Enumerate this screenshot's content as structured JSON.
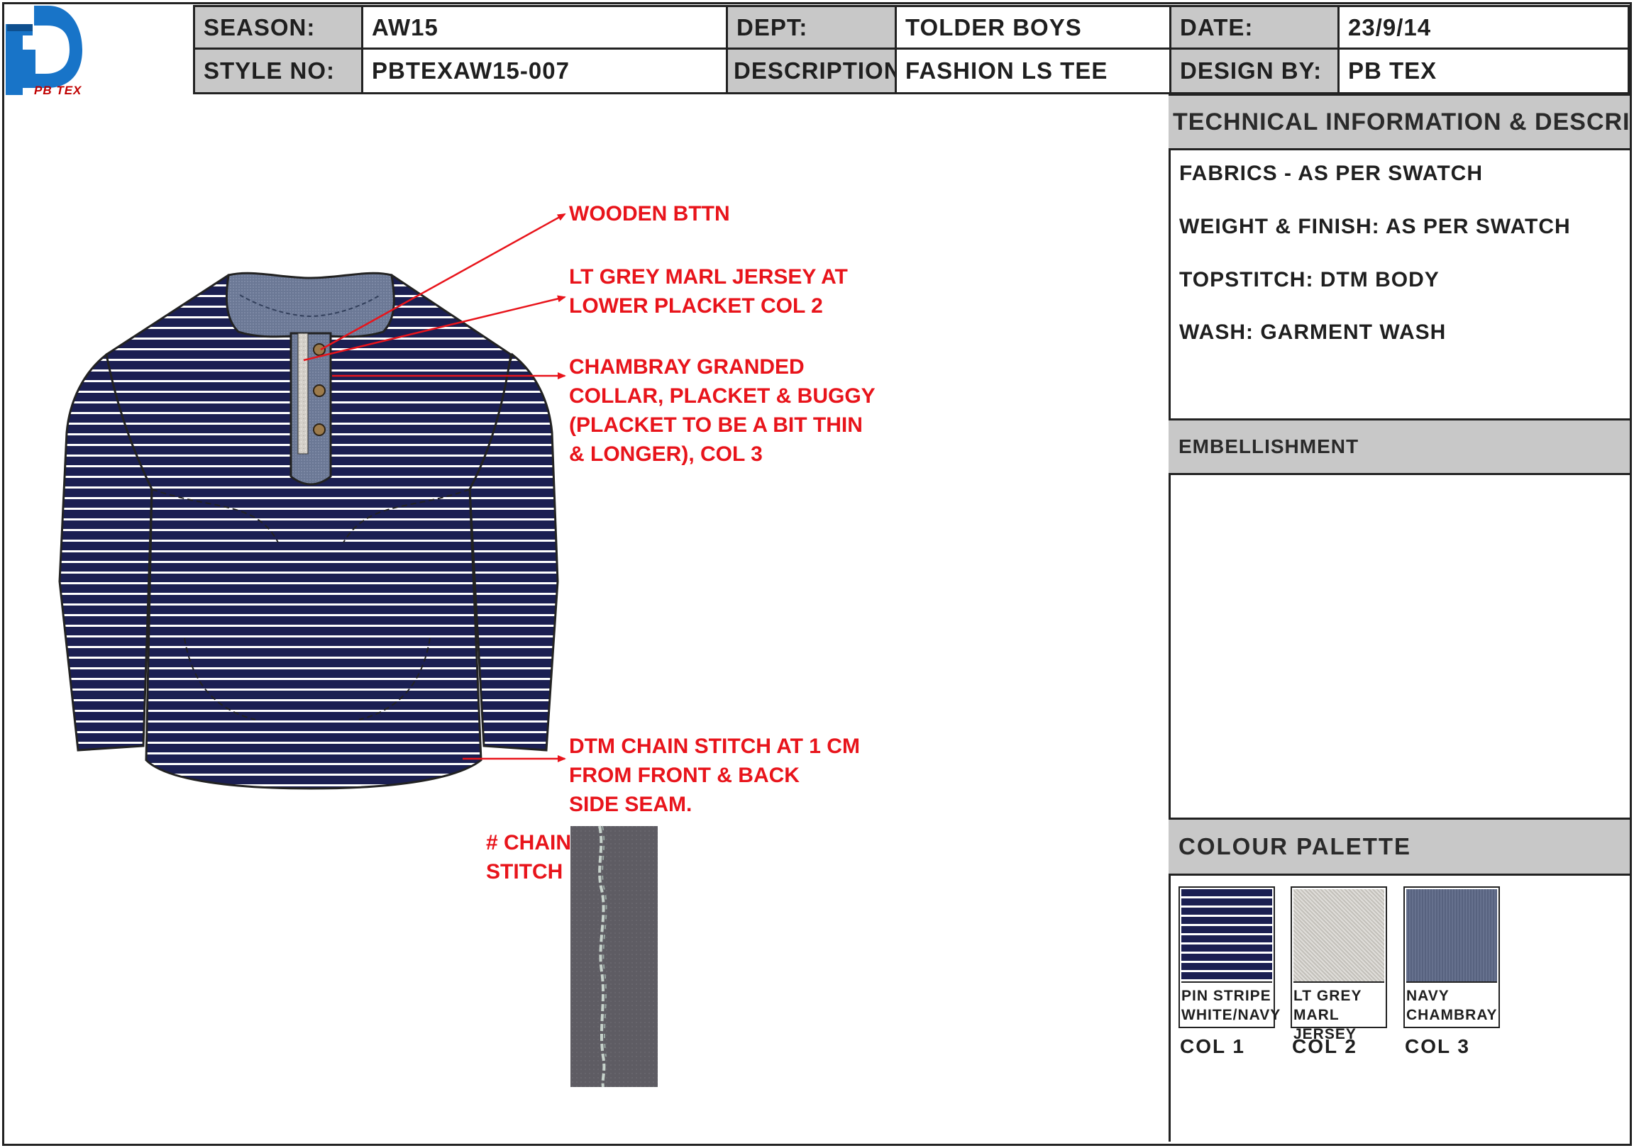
{
  "brand": {
    "name": "PB TEX",
    "colors": {
      "logo_blue": "#1874c8",
      "logo_red": "#c00000"
    }
  },
  "header": {
    "season_label": "SEASON:",
    "season_value": "AW15",
    "dept_label": "DEPT:",
    "dept_value": "TOLDER BOYS",
    "date_label": "DATE:",
    "date_value": "23/9/14",
    "style_label": "STYLE NO:",
    "style_value": "PBTEXAW15-007",
    "description_label": "DESCRIPTION:",
    "description_value": "FASHION LS TEE",
    "design_label": "DESIGN BY:",
    "design_value": "PB TEX"
  },
  "tech_info": {
    "title": "TECHNICAL INFORMATION & DESCRIPTION",
    "lines": [
      "FABRICS - AS PER SWATCH",
      "WEIGHT & FINISH: AS PER SWATCH",
      "TOPSTITCH: DTM BODY",
      "WASH: GARMENT WASH"
    ]
  },
  "embellishment": {
    "title": "EMBELLISHMENT"
  },
  "palette": {
    "title": "COLOUR PALETTE",
    "swatches": [
      {
        "line1": "PIN STRIPE",
        "line2": "WHITE/NAVY",
        "col": "COL 1",
        "color": "#1b1f52"
      },
      {
        "line1": "LT GREY MARL",
        "line2": "JERSEY",
        "col": "COL 2",
        "color": "#cfccc6"
      },
      {
        "line1": "NAVY",
        "line2": "CHAMBRAY",
        "col": "COL 3",
        "color": "#5c6887"
      }
    ]
  },
  "callouts": {
    "wooden_button": [
      "WOODEN BTTN"
    ],
    "grey_jersey": [
      "LT GREY MARL JERSEY AT",
      "LOWER PLACKET COL 2"
    ],
    "chambray": [
      "CHAMBRAY GRANDED",
      "COLLAR, PLACKET & BUGGY",
      "(PLACKET TO BE A BIT THIN",
      "& LONGER), COL 3"
    ],
    "chain_stitch": [
      "DTM CHAIN STITCH AT 1 CM",
      "FROM FRONT & BACK",
      "SIDE SEAM."
    ],
    "chain_label": [
      "# CHAIN",
      "STITCH"
    ]
  },
  "colors": {
    "annotation_red": "#e8141b",
    "header_grey": "#c8c8c8",
    "stripe_navy": "#1b1f52",
    "chambray": "#6b7895",
    "stitch_fabric": "#5e5c63"
  }
}
